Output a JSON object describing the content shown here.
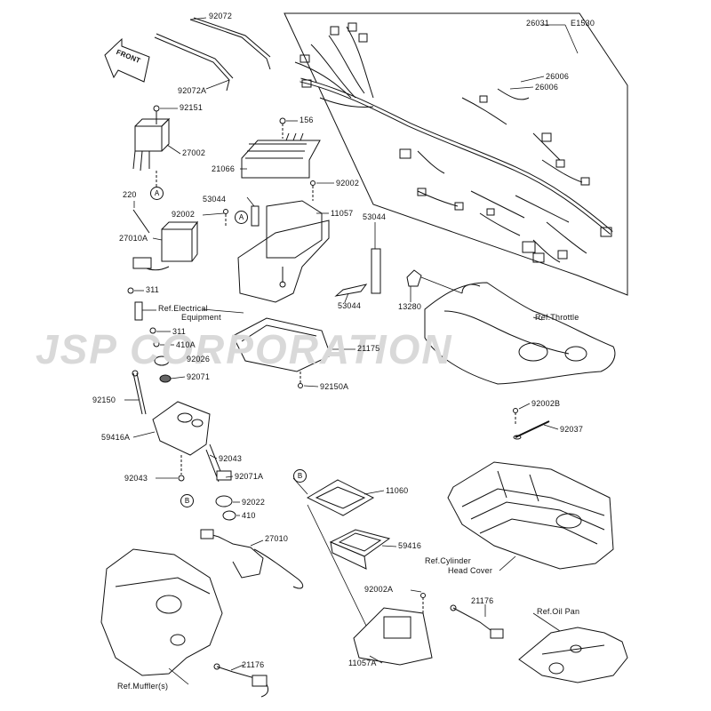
{
  "watermark": {
    "text": "JSP CORPORATION"
  },
  "diagram_code": "E1530",
  "front_arrow": "FRONT",
  "parts": {
    "p92072": "92072",
    "p92072a": "92072A",
    "p92151": "92151",
    "p27002": "27002",
    "p156": "156",
    "p21066": "21066",
    "p26031": "26031",
    "p26006a": "26006",
    "p26006b": "26006",
    "p92002a": "92002",
    "p92002b": "92002",
    "p53044a": "53044",
    "p11057": "11057",
    "p53044b": "53044",
    "p53044c": "53044",
    "p220": "220",
    "p27010a": "27010A",
    "p311a": "311",
    "p311b": "311",
    "p410a": "410A",
    "p92026": "92026",
    "p92071": "92071",
    "p21175": "21175",
    "p92150a": "92150A",
    "p13280": "13280",
    "p92150": "92150",
    "p59416a": "59416A",
    "p92043a": "92043",
    "p92043b": "92043",
    "p92071a": "92071A",
    "p92022": "92022",
    "p410": "410",
    "p27010": "27010",
    "p11060": "11060",
    "p59416": "59416",
    "p92002a2": "92002A",
    "p11057a": "11057A",
    "p21176a": "21176",
    "p21176b": "21176",
    "p92002b2": "92002B",
    "p92037": "92037"
  },
  "refs": {
    "electrical_1": "Ref.Electrical",
    "electrical_2": "Equipment",
    "throttle": "Ref.Throttle",
    "cylinder_1": "Ref.Cylinder",
    "cylinder_2": "Head Cover",
    "oil_pan": "Ref.Oil Pan",
    "muffler": "Ref.Muffler(s)"
  },
  "callouts": {
    "a1": "A",
    "a2": "A",
    "b1": "B",
    "b2": "B"
  }
}
